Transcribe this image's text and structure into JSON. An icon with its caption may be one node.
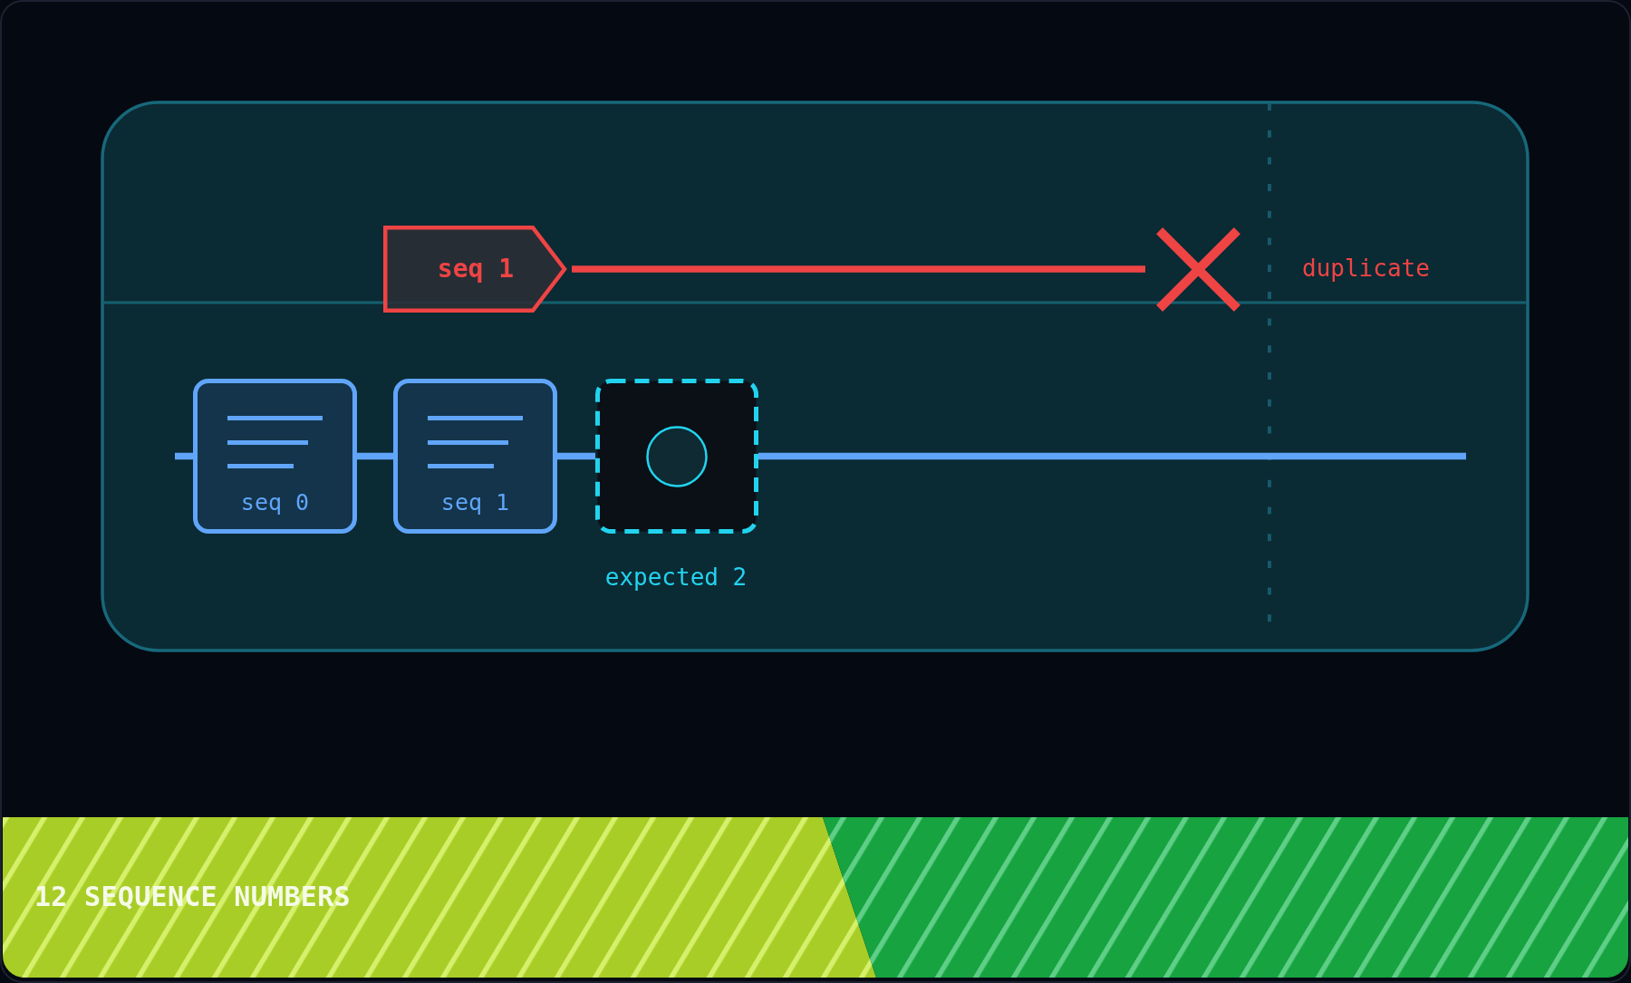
{
  "diagram": {
    "title": "12 SEQUENCE NUMBERS",
    "nodes": [
      {
        "text": [
          "seq 1"
        ]
      },
      {
        "text": [],
        "shape": "cross",
        "beside": [
          "duplicate"
        ]
      },
      {
        "text": [
          "seq 0"
        ]
      },
      {
        "text": [
          "seq 1"
        ]
      },
      {
        "text": [],
        "shape": "box",
        "beside": [
          "expected 2"
        ]
      }
    ],
    "edges": [
      {
        "from": 0,
        "to": 1,
        "arrow": "none",
        "color": "#ef4444"
      },
      {
        "from": null,
        "to": 2,
        "arrow": "none"
      },
      {
        "from": 2,
        "to": 3,
        "arrow": "none"
      },
      {
        "from": 3,
        "to": 4,
        "arrow": "none"
      },
      {
        "from": 4,
        "to": null,
        "arrow": "none"
      }
    ]
  }
}
